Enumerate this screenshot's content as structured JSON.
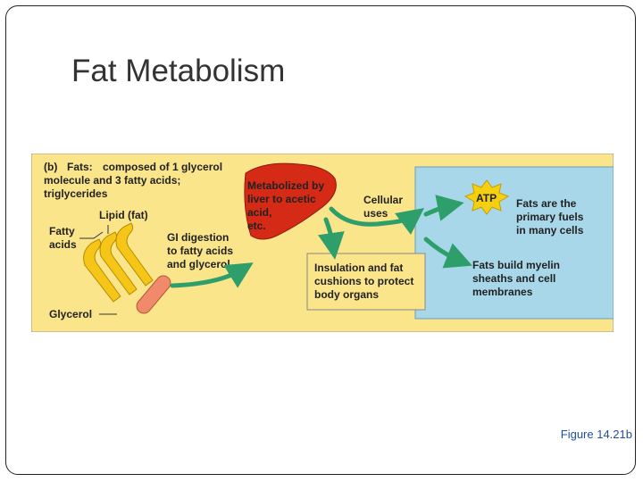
{
  "slide": {
    "title": "Fat Metabolism",
    "caption": "Figure 14.21b"
  },
  "diagram": {
    "panel_letter": "(b)",
    "fats_heading": "Fats:",
    "fats_line1": "composed of 1 glycerol",
    "fats_line2": "molecule and 3 fatty acids;",
    "fats_line3": "triglycerides",
    "lipid_label": "Lipid (fat)",
    "fatty_line1": "Fatty",
    "fatty_line2": "acids",
    "glycerol_label": "Glycerol",
    "gi_line1": "GI digestion",
    "gi_line2": "to fatty acids",
    "gi_line3": "and glycerol",
    "liver_line1": "Metabolized by",
    "liver_line2": "liver to acetic",
    "liver_line3": "acid,",
    "liver_line4": "etc.",
    "cellular_line1": "Cellular",
    "cellular_line2": "uses",
    "insulation_line1": "Insulation and fat",
    "insulation_line2": "cushions to protect",
    "insulation_line3": "body organs",
    "atp_label": "ATP",
    "fuel_line1": "Fats are the",
    "fuel_line2": "primary fuels",
    "fuel_line3": "in many cells",
    "myelin_line1": "Fats build myelin",
    "myelin_line2": "sheaths and cell",
    "myelin_line3": "membranes",
    "colors": {
      "panel_bg": "#fbe58a",
      "blue_box": "#a7d7e8",
      "liver": "#d42a16",
      "arrow": "#2e9e6a",
      "fatty_acid": "#f5c518",
      "glycerol": "#f08a6a",
      "atp_star": "#f5d010"
    }
  }
}
